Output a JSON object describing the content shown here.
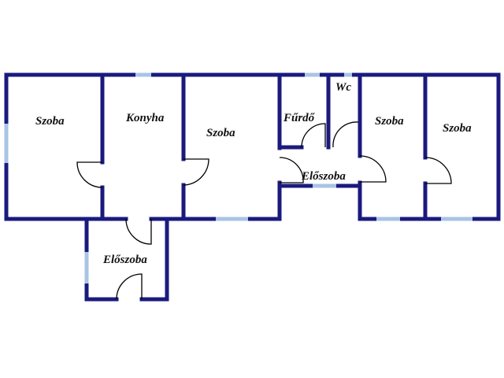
{
  "rooms": {
    "szoba_1": "Szoba",
    "konyha": "Konyha",
    "szoba_2": "Szoba",
    "furdo": "Fűrdő",
    "wc": "Wc",
    "eloszoba_center": "Előszoba",
    "szoba_3": "Szoba",
    "szoba_4": "Szoba",
    "eloszoba_entry": "Előszoba"
  },
  "colors": {
    "wall": "#1a1a7e",
    "window": "#a9c4e4"
  }
}
